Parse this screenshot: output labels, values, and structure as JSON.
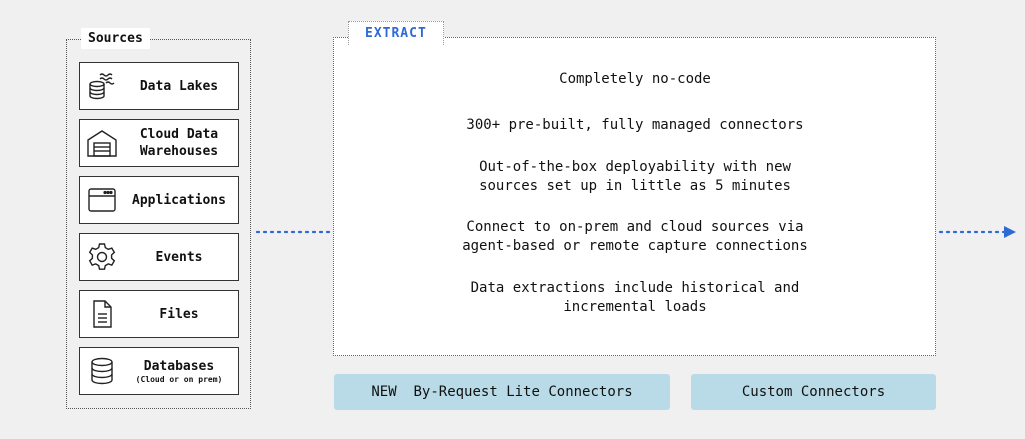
{
  "sources": {
    "title": "Sources",
    "items": [
      {
        "label": "Data Lakes",
        "icon": "data-lake-icon"
      },
      {
        "label": "Cloud Data Warehouses",
        "icon": "warehouse-icon"
      },
      {
        "label": "Applications",
        "icon": "application-window-icon"
      },
      {
        "label": "Events",
        "icon": "gear-icon"
      },
      {
        "label": "Files",
        "icon": "document-icon"
      },
      {
        "label": "Databases",
        "sublabel": "(Cloud or on prem)",
        "icon": "database-icon"
      }
    ]
  },
  "extract": {
    "title": "EXTRACT",
    "lines": [
      "Completely no-code",
      "300+ pre-built, fully managed connectors",
      "Out-of-the-box deployability with new",
      "sources set up in little as 5 minutes",
      "Connect to on-prem and cloud sources via",
      "agent-based or remote capture connections",
      "Data extractions include historical and",
      "incremental loads"
    ]
  },
  "buttons": {
    "by_request": "NEW  By-Request Lite Connectors",
    "custom": "Custom Connectors"
  },
  "colors": {
    "accent_blue": "#2d6ad6",
    "button_bg": "#b8dbe7"
  }
}
